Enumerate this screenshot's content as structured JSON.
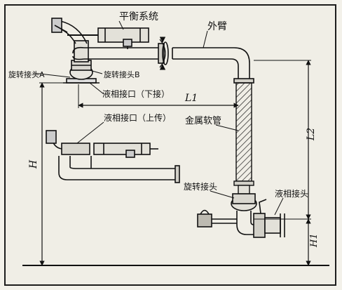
{
  "labels": {
    "balance_system": "平衡系统",
    "outer_arm": "外臂",
    "swivel_joint_a": "旋转接头A",
    "swivel_joint_b": "旋转接头B",
    "liquid_port_bottom": "液相接口（下接）",
    "liquid_port_top": "液相接口（上传）",
    "metal_hose": "金属软管",
    "swivel_joint": "旋转接头",
    "liquid_joint": "液相接头"
  },
  "dimensions": {
    "l1": "L1",
    "l2": "L2",
    "h": "H",
    "h1": "H1"
  }
}
